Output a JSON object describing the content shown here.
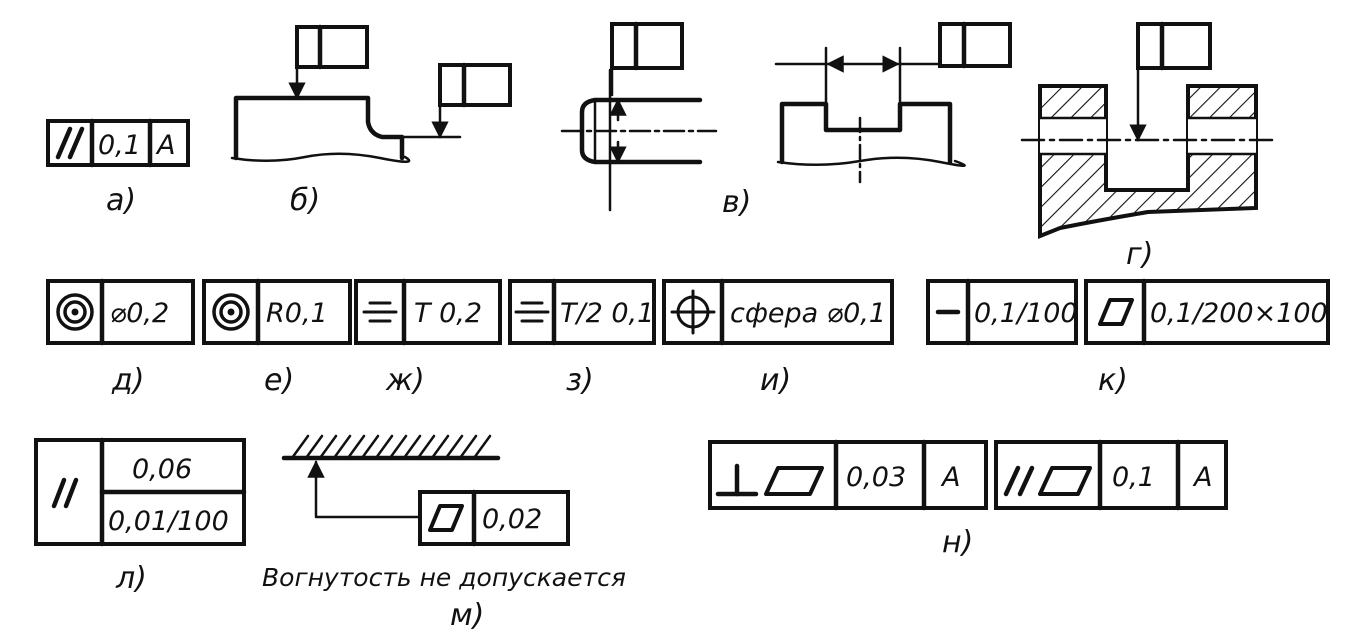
{
  "labels": {
    "a": "а)",
    "b": "б)",
    "v": "в)",
    "g": "г)",
    "d": "д)",
    "e": "е)",
    "zh": "ж)",
    "z": "з)",
    "i": "и)",
    "k": "к)",
    "l": "л)",
    "m": "м)",
    "n": "н)"
  },
  "frames": {
    "a": {
      "value": "0,1",
      "datum": "А"
    },
    "d": {
      "value": "⌀0,2"
    },
    "e": {
      "value": "R0,1"
    },
    "zh": {
      "value": "T 0,2"
    },
    "z": {
      "value": "T/2 0,1"
    },
    "i": {
      "value": "сфера ⌀0,1"
    },
    "k1": {
      "value": "0,1/100"
    },
    "k2": {
      "value": "0,1/200×100"
    },
    "l": {
      "value_top": "0,06",
      "value_bottom": "0,01/100"
    },
    "m": {
      "value": "0,02"
    },
    "n1": {
      "value": "0,03",
      "datum": "А"
    },
    "n2": {
      "value": "0,1",
      "datum": "А"
    }
  },
  "note_m": "Вогнутость не допускается",
  "icons": [
    "parallelism-icon",
    "concentricity-icon",
    "symmetry-icon",
    "position-icon",
    "straightness-icon",
    "flatness-icon",
    "perpendicularity-icon"
  ]
}
